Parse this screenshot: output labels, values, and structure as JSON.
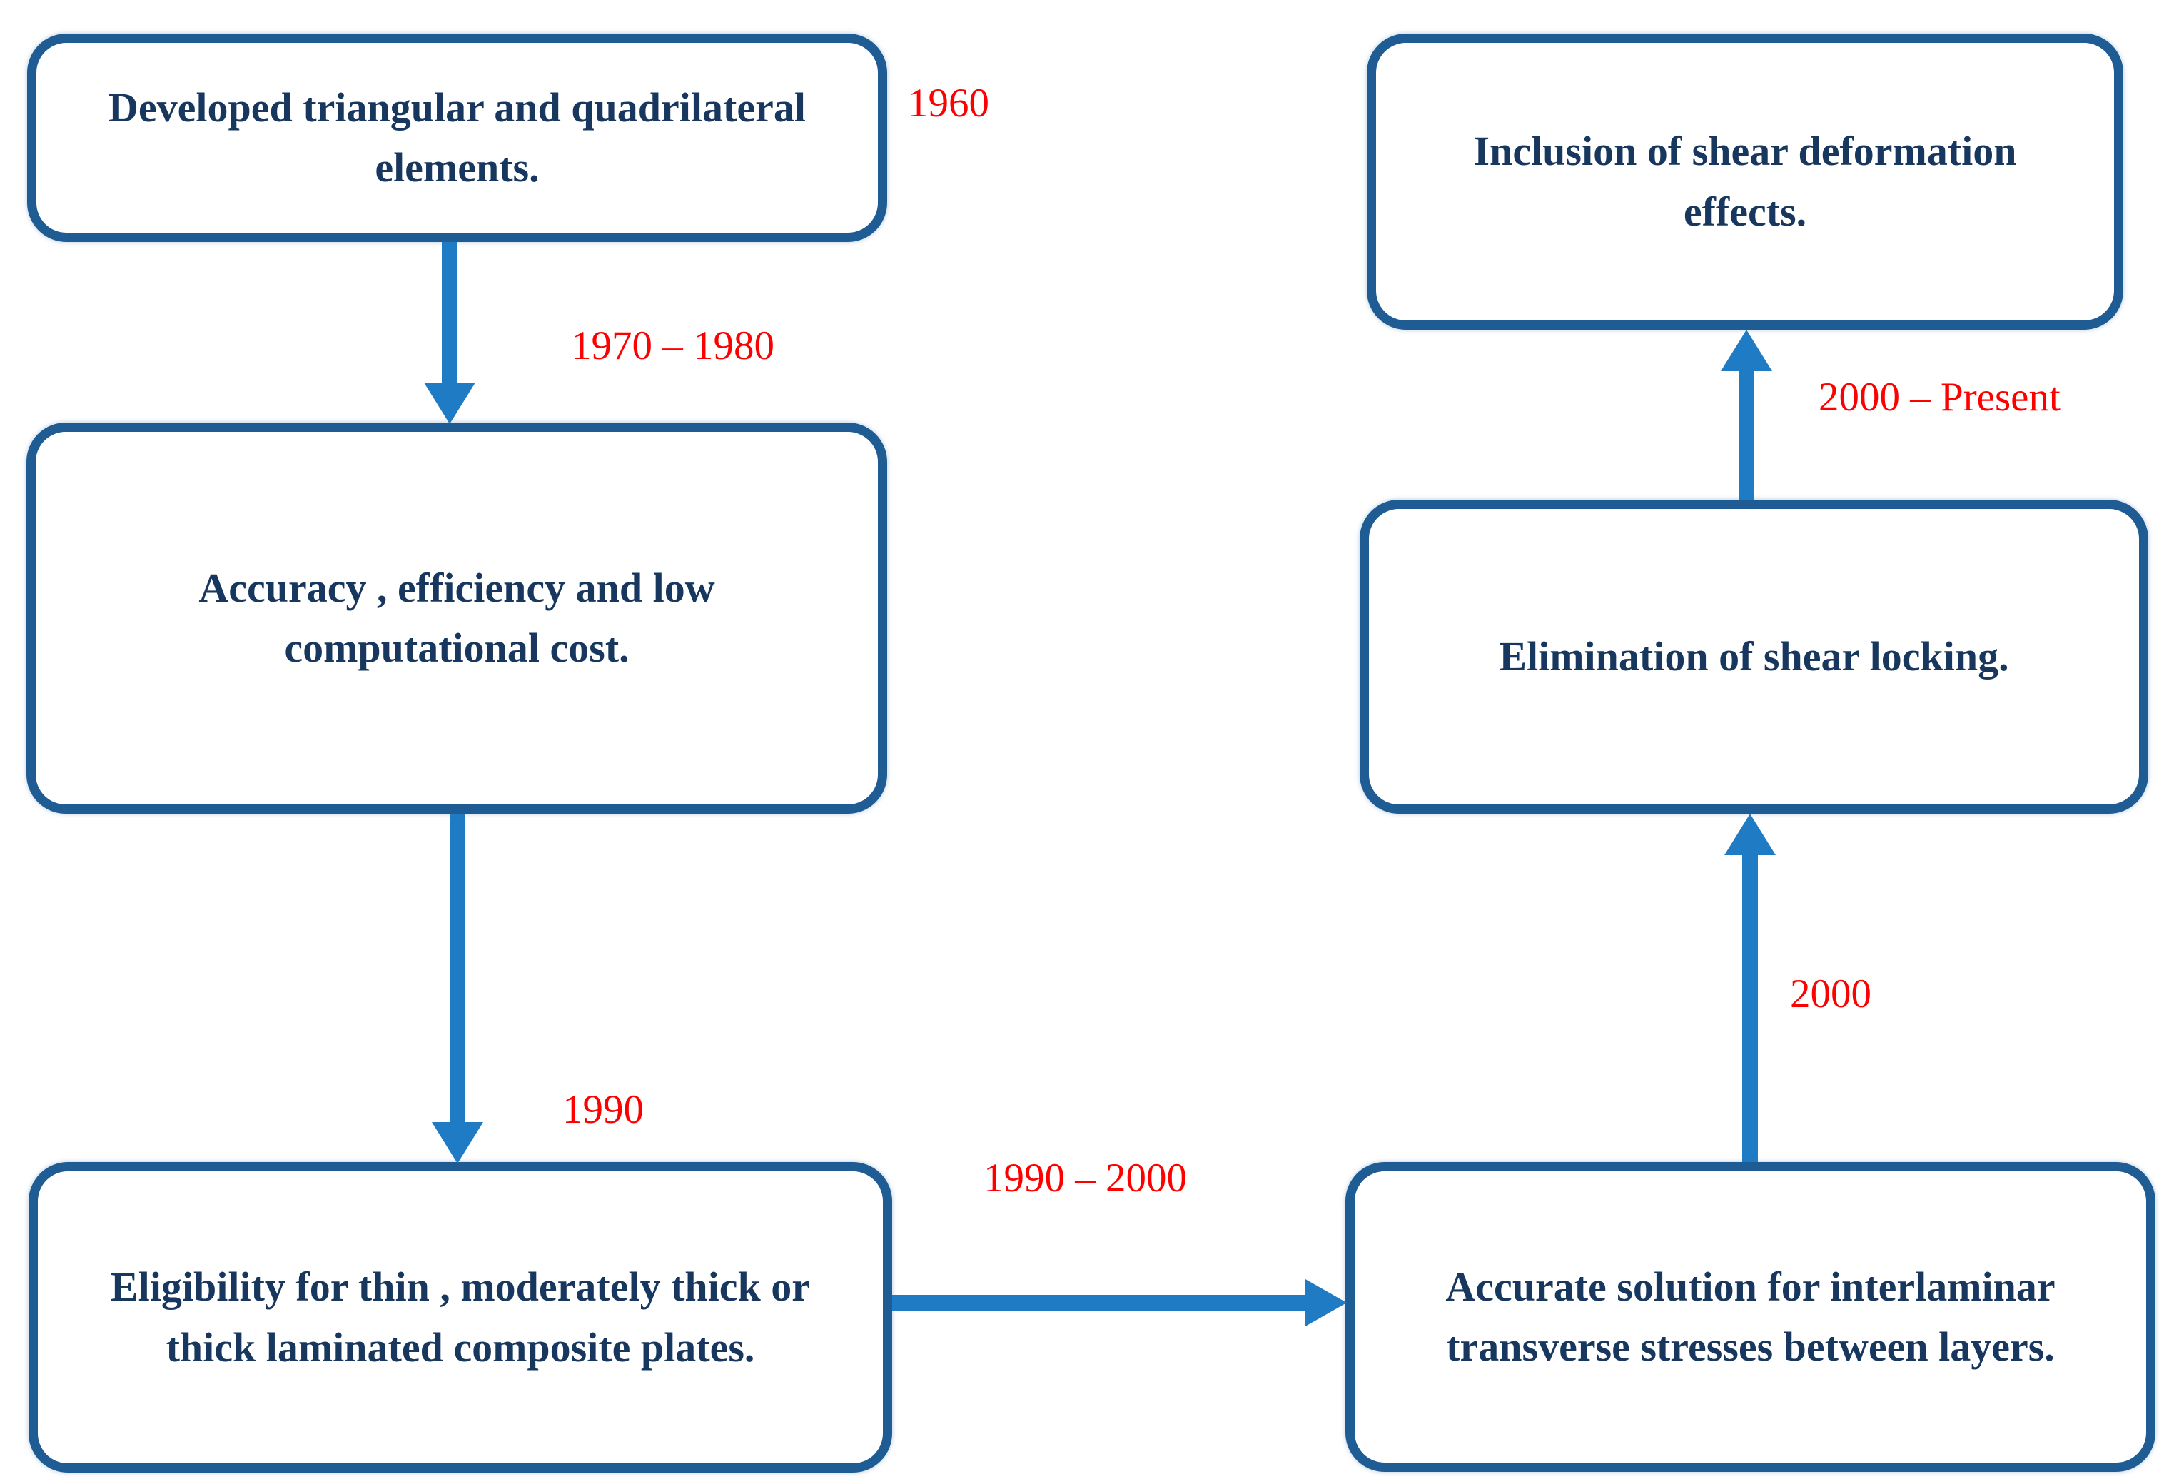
{
  "nodes": [
    {
      "text": "Developed triangular and quadrilateral\nelements."
    },
    {
      "text": "Accuracy , efficiency and low\ncomputational cost."
    },
    {
      "text": "Eligibility for thin , moderately thick or\nthick laminated composite plates."
    },
    {
      "text": "Accurate solution for interlaminar\ntransverse stresses between layers."
    },
    {
      "text": "Elimination of shear locking."
    },
    {
      "text": "Inclusion of shear deformation\neffects."
    }
  ],
  "edge_labels": [
    {
      "text": "1960"
    },
    {
      "text": "1970 – 1980"
    },
    {
      "text": "1990"
    },
    {
      "text": "1990 – 2000"
    },
    {
      "text": "2000"
    },
    {
      "text": "2000 – Present"
    }
  ],
  "colors": {
    "box_border": "#1F5C94",
    "arrow": "#1F7BC4",
    "node_text": "#17375E",
    "label_text": "#FF0000",
    "background": "#FFFFFF"
  }
}
